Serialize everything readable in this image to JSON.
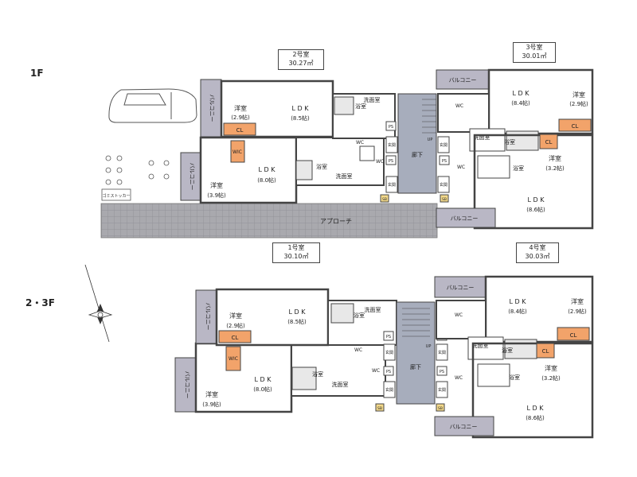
{
  "floors": {
    "f1": "1F",
    "f23": "2・3F"
  },
  "units": {
    "u1": {
      "name": "1号室",
      "area": "30.10㎡"
    },
    "u2": {
      "name": "2号室",
      "area": "30.27㎡"
    },
    "u3": {
      "name": "3号室",
      "area": "30.01㎡"
    },
    "u4": {
      "name": "4号室",
      "area": "30.03㎡"
    }
  },
  "rooms": {
    "ldk": "L D K",
    "youshitsu": "洋室",
    "ldk_8_5": "(8.5帖)",
    "ldk_8_0": "(8.0帖)",
    "ldk_8_4": "(8.4帖)",
    "ldk_8_6": "(8.6帖)",
    "yo_2_9": "(2.9帖)",
    "yo_3_9": "(3.9帖)",
    "yo_3_2": "(3.2帖)",
    "balcony": "バルコニー",
    "bath": "浴室",
    "washroom": "洗面室",
    "wc": "WC",
    "cl": "CL",
    "wic": "WIC",
    "ps": "PS",
    "sb": "SB",
    "genkan": "玄関",
    "rouka": "廊下",
    "up": "UP",
    "approach": "アプローチ",
    "stocker": "ゴミストッカー"
  },
  "colors": {
    "wall": "#444444",
    "balcony": "#b9b7c5",
    "closet": "#f2a36a",
    "corridor": "#a7adbc",
    "approach": "#a7a7ad"
  }
}
